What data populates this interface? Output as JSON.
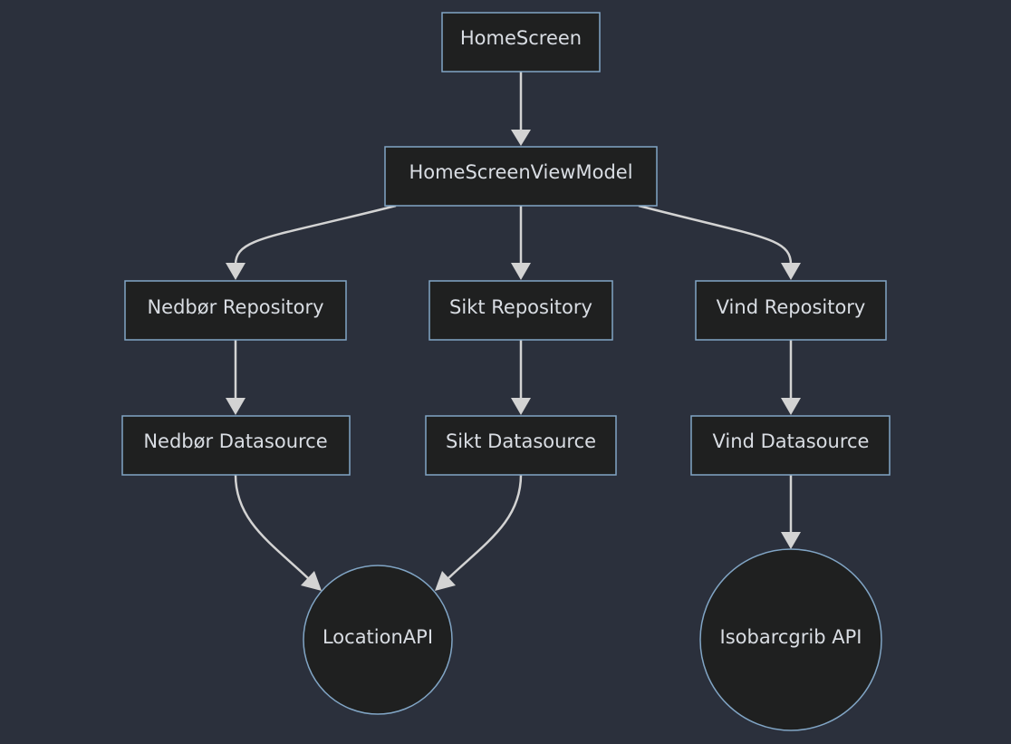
{
  "diagram": {
    "nodes": {
      "home_screen": "HomeScreen",
      "home_screen_view_model": "HomeScreenViewModel",
      "nedbor_repository": "Nedbør Repository",
      "sikt_repository": "Sikt Repository",
      "vind_repository": "Vind Repository",
      "nedbor_datasource": "Nedbør Datasource",
      "sikt_datasource": "Sikt Datasource",
      "vind_datasource": "Vind Datasource",
      "location_api": "LocationAPI",
      "isobarcgrib_api": "Isobarcgrib API"
    },
    "edges": [
      [
        "home_screen",
        "home_screen_view_model"
      ],
      [
        "home_screen_view_model",
        "nedbor_repository"
      ],
      [
        "home_screen_view_model",
        "sikt_repository"
      ],
      [
        "home_screen_view_model",
        "vind_repository"
      ],
      [
        "nedbor_repository",
        "nedbor_datasource"
      ],
      [
        "sikt_repository",
        "sikt_datasource"
      ],
      [
        "vind_repository",
        "vind_datasource"
      ],
      [
        "nedbor_datasource",
        "location_api"
      ],
      [
        "sikt_datasource",
        "location_api"
      ],
      [
        "vind_datasource",
        "isobarcgrib_api"
      ]
    ],
    "colors": {
      "background": "#2b303c",
      "node_fill": "#1f2020",
      "node_border": "#81a5c5",
      "edge": "#d3d3d3",
      "text": "#d9dde3"
    }
  }
}
